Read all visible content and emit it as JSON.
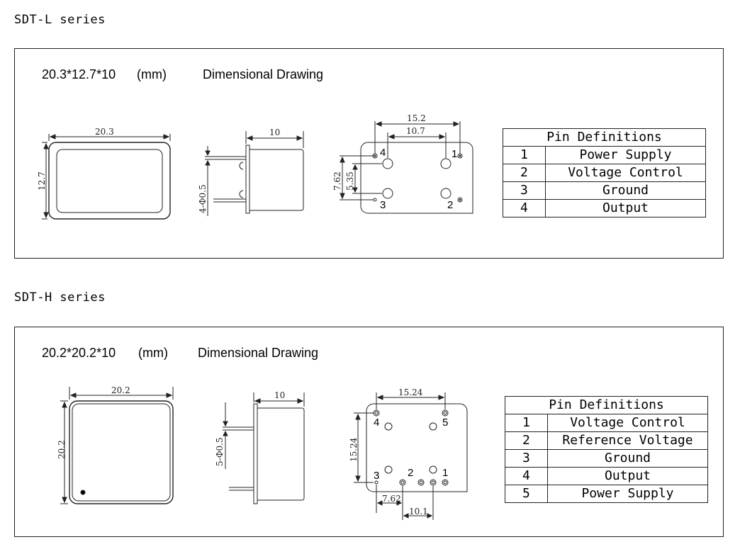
{
  "sdt_l": {
    "series_title": "SDT-L series",
    "size_label": "20.3*12.7*10",
    "unit_label": "(mm)",
    "drawing_label": "Dimensional Drawing",
    "dims": {
      "width": "20.3",
      "height": "12.7",
      "depth": "10",
      "pins": "4-Φ0.5",
      "pin_span": "15.2",
      "pin_inner": "10.7",
      "row_span": "7.62",
      "row_inner": "5.35"
    },
    "pin_labels": [
      "1",
      "2",
      "3",
      "4"
    ],
    "pin_table": {
      "header": "Pin Definitions",
      "rows": [
        {
          "num": "1",
          "name": "Power Supply"
        },
        {
          "num": "2",
          "name": "Voltage Control"
        },
        {
          "num": "3",
          "name": "Ground"
        },
        {
          "num": "4",
          "name": "Output"
        }
      ]
    }
  },
  "sdt_h": {
    "series_title": "SDT-H series",
    "size_label": "20.2*20.2*10",
    "unit_label": "(mm)",
    "drawing_label": "Dimensional Drawing",
    "dims": {
      "width": "20.2",
      "height": "20.2",
      "depth": "10",
      "pins": "5-Φ0.5",
      "pin_span": "15.24",
      "row_span": "15.24",
      "bottom_a": "7.62",
      "bottom_b": "10.1"
    },
    "pin_labels": [
      "1",
      "2",
      "3",
      "4",
      "5"
    ],
    "pin_table": {
      "header": "Pin Definitions",
      "rows": [
        {
          "num": "1",
          "name": "Voltage Control"
        },
        {
          "num": "2",
          "name": "Reference Voltage"
        },
        {
          "num": "3",
          "name": "Ground"
        },
        {
          "num": "4",
          "name": "Output"
        },
        {
          "num": "5",
          "name": "Power Supply"
        }
      ]
    }
  }
}
